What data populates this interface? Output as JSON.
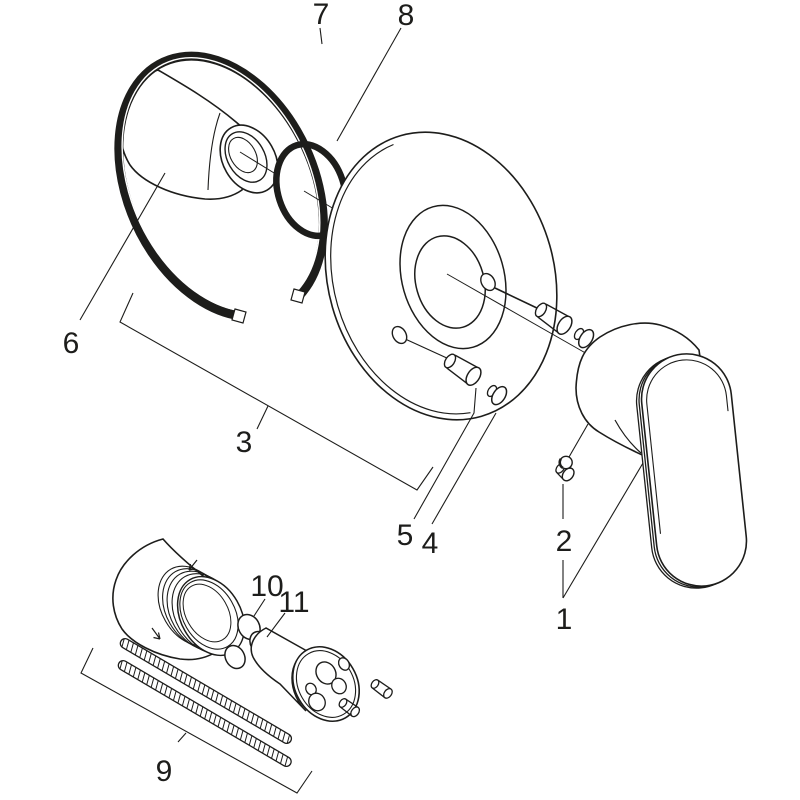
{
  "drawing": {
    "background": "#ffffff",
    "line_color": "#1d1d1b",
    "labels": [
      "1",
      "2",
      "3",
      "4",
      "5",
      "6",
      "7",
      "8",
      "9",
      "10",
      "11"
    ]
  },
  "labels": [
    "1",
    "2",
    "3",
    "4",
    "5",
    "6",
    "7",
    "8",
    "9",
    "10",
    "11"
  ]
}
